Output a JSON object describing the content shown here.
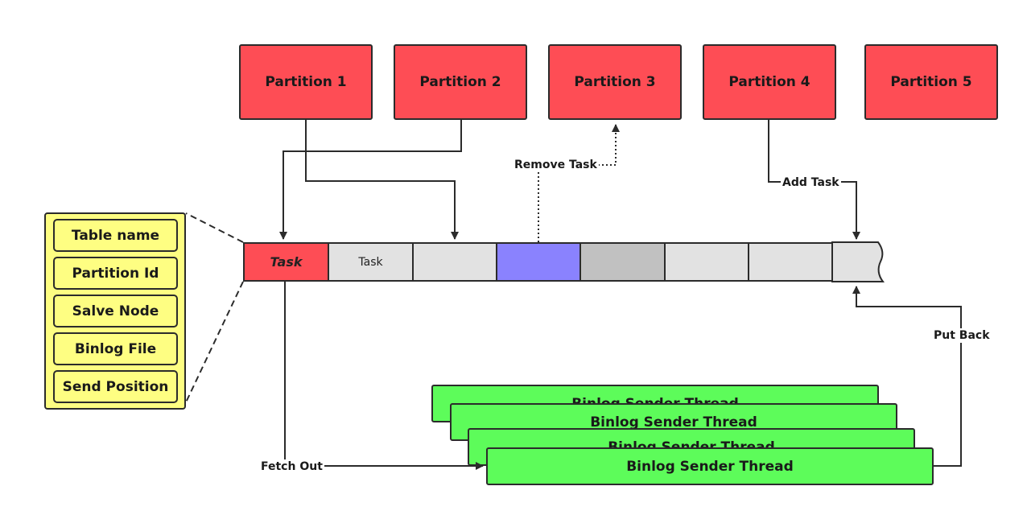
{
  "partitions": [
    "Partition 1",
    "Partition 2",
    "Partition 3",
    "Partition 4",
    "Partition 5"
  ],
  "queue": {
    "cells": [
      {
        "label": "Task",
        "fill": "#fe4d55",
        "italic": true
      },
      {
        "label": "Task",
        "fill": "#e2e2e2",
        "italic": false
      },
      {
        "label": "",
        "fill": "#e2e2e2",
        "italic": false
      },
      {
        "label": "",
        "fill": "#8a82fe",
        "italic": false
      },
      {
        "label": "",
        "fill": "#c1c1c1",
        "italic": false
      },
      {
        "label": "",
        "fill": "#e2e2e2",
        "italic": false
      },
      {
        "label": "",
        "fill": "#e2e2e2",
        "italic": false
      },
      {
        "label": "",
        "fill": "#e2e2e2",
        "italic": false
      }
    ]
  },
  "task_fields": [
    "Table name",
    "Partition Id",
    "Salve Node",
    "Binlog File",
    "Send Position"
  ],
  "threads": [
    "Binlog Sender Thread",
    "Binlog Sender Thread",
    "Binlog Sender Thread",
    "Binlog Sender Thread"
  ],
  "edge_labels": {
    "remove_task": "Remove Task",
    "add_task": "Add Task",
    "put_back": "Put Back",
    "fetch_out": "Fetch Out"
  },
  "colors": {
    "partition": "#fe4d55",
    "queue_cell": "#e2e2e2",
    "queue_highlight": "#8a82fe",
    "queue_dark": "#c1c1c1",
    "task_panel": "#fefe82",
    "thread": "#5dfc5a"
  }
}
